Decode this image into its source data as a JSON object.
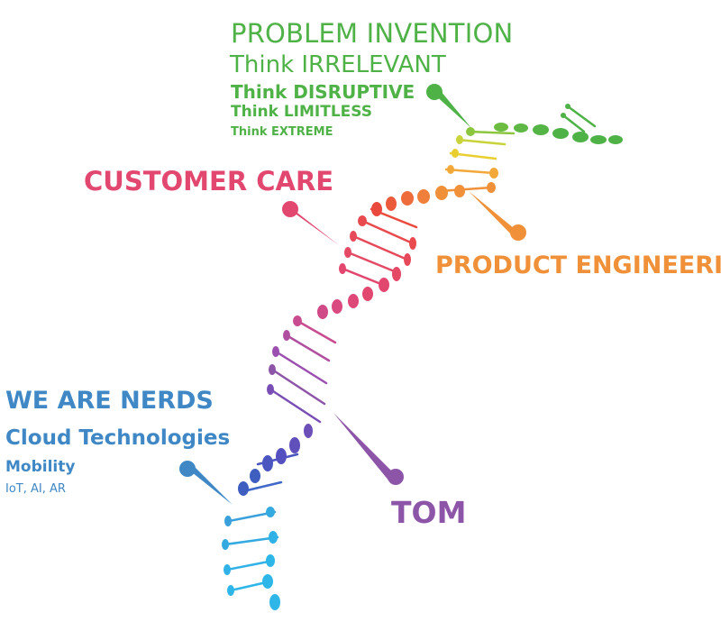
{
  "labels": {
    "problem_invention": "PROBLEM INVENTION",
    "think_irrelevant": "Think IRRELEVANT",
    "think_disruptive": "Think DISRUPTIVE",
    "think_limitless": "Think LIMITLESS",
    "think_extreme": "Think EXTREME",
    "customer_care": "CUSTOMER CARE",
    "product_engineering": "PRODUCT ENGINEERING",
    "we_are_nerds": "WE ARE NERDS",
    "cloud_technologies": "Cloud Technologies",
    "mobility": "Mobility",
    "iot_ai_ar": "IoT, AI, AR",
    "tom": "TOM"
  },
  "colors": {
    "green": "#4fb247",
    "yellow": "#e8cf2f",
    "orange": "#f0913a",
    "pink": "#e2486f",
    "red": "#ea4a3d",
    "purple": "#8d55a8",
    "blue": "#3f88c5",
    "cyan": "#2fb6e8"
  }
}
